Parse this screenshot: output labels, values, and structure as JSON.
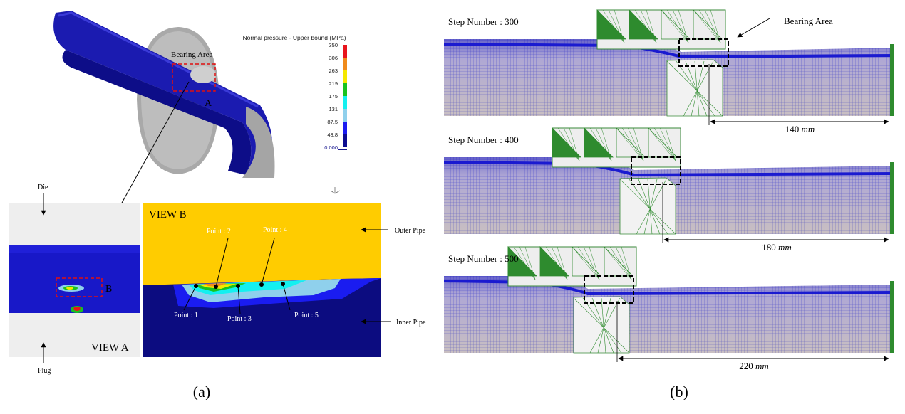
{
  "panel_a": {
    "caption": "(a)",
    "legend": {
      "title": "Normal pressure - Upper bound (MPa)",
      "ticks": [
        "350",
        "306",
        "263",
        "219",
        "175",
        "131",
        "87.5",
        "43.8",
        "0.000"
      ],
      "colors": [
        "#e8141c",
        "#f08a1a",
        "#f5e800",
        "#19c21e",
        "#14f0f0",
        "#8fd0ec",
        "#1a1cf0",
        "#0c0c90"
      ]
    },
    "bearing_area_label": "Bearing Area",
    "marker_a": "A",
    "marker_b": "B",
    "view_a": {
      "title": "VIEW A",
      "die_label": "Die",
      "plug_label": "Plug"
    },
    "view_b": {
      "title": "VIEW B",
      "outer_pipe_label": "Outer Pipe",
      "inner_pipe_label": "Inner Pipe",
      "points": [
        "Point : 1",
        "Point : 2",
        "Point : 3",
        "Point : 4",
        "Point : 5"
      ]
    }
  },
  "panel_b": {
    "caption": "(b)",
    "bearing_area_label": "Bearing Area",
    "steps": [
      {
        "label": "Step Number : 300",
        "distance": "140",
        "unit": "mm"
      },
      {
        "label": "Step Number : 400",
        "distance": "180",
        "unit": "mm"
      },
      {
        "label": "Step Number : 500",
        "distance": "220",
        "unit": "mm"
      }
    ]
  }
}
